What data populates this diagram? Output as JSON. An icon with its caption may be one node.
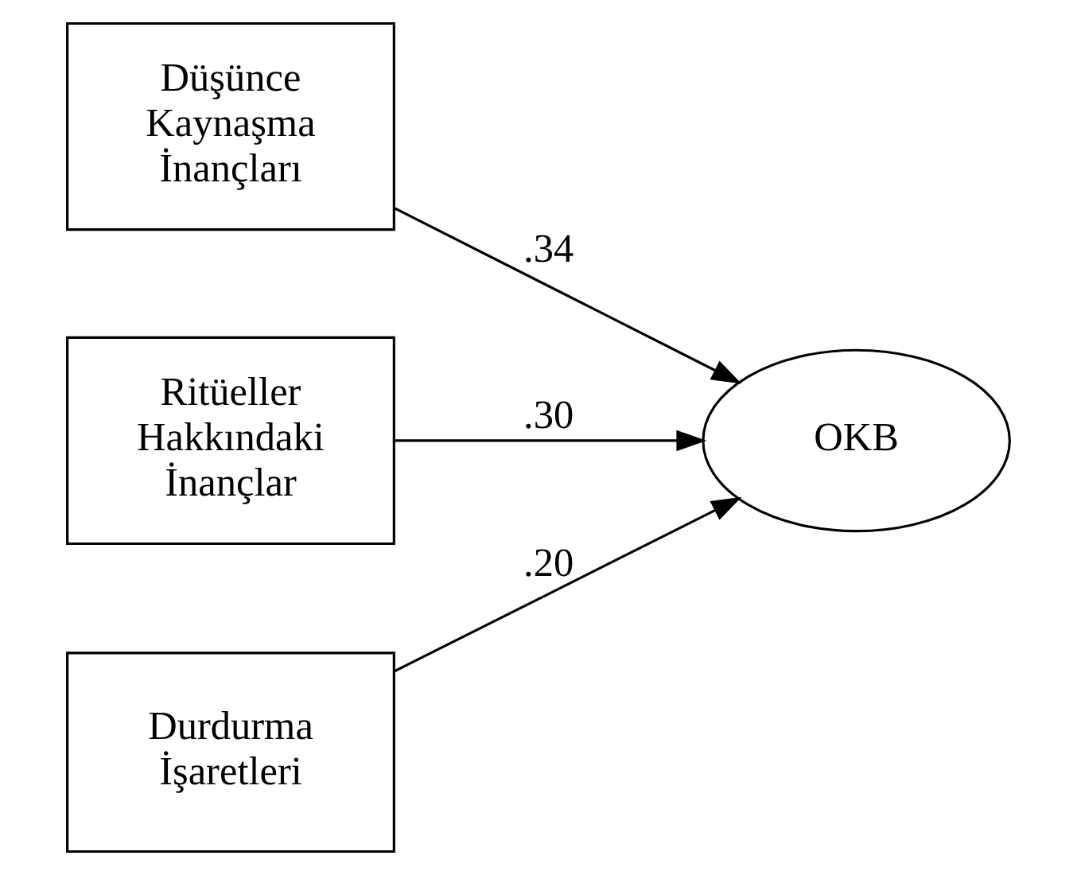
{
  "diagram": {
    "nodes": [
      {
        "text": [
          "Düşünce Kaynaşma İnançları"
        ]
      },
      {
        "text": [
          "Ritüeller Hakkındaki İnançlar"
        ]
      },
      {
        "text": [
          "Durdurma İşaretleri"
        ]
      },
      {
        "text": [
          "OKB"
        ]
      }
    ],
    "edges": [
      {
        "from": 0,
        "to": 3,
        "arrow": "to",
        "label": ".34"
      },
      {
        "from": 1,
        "to": 3,
        "arrow": "to",
        "label": ".30"
      },
      {
        "from": 2,
        "to": 3,
        "arrow": "to",
        "label": ".20"
      }
    ]
  }
}
